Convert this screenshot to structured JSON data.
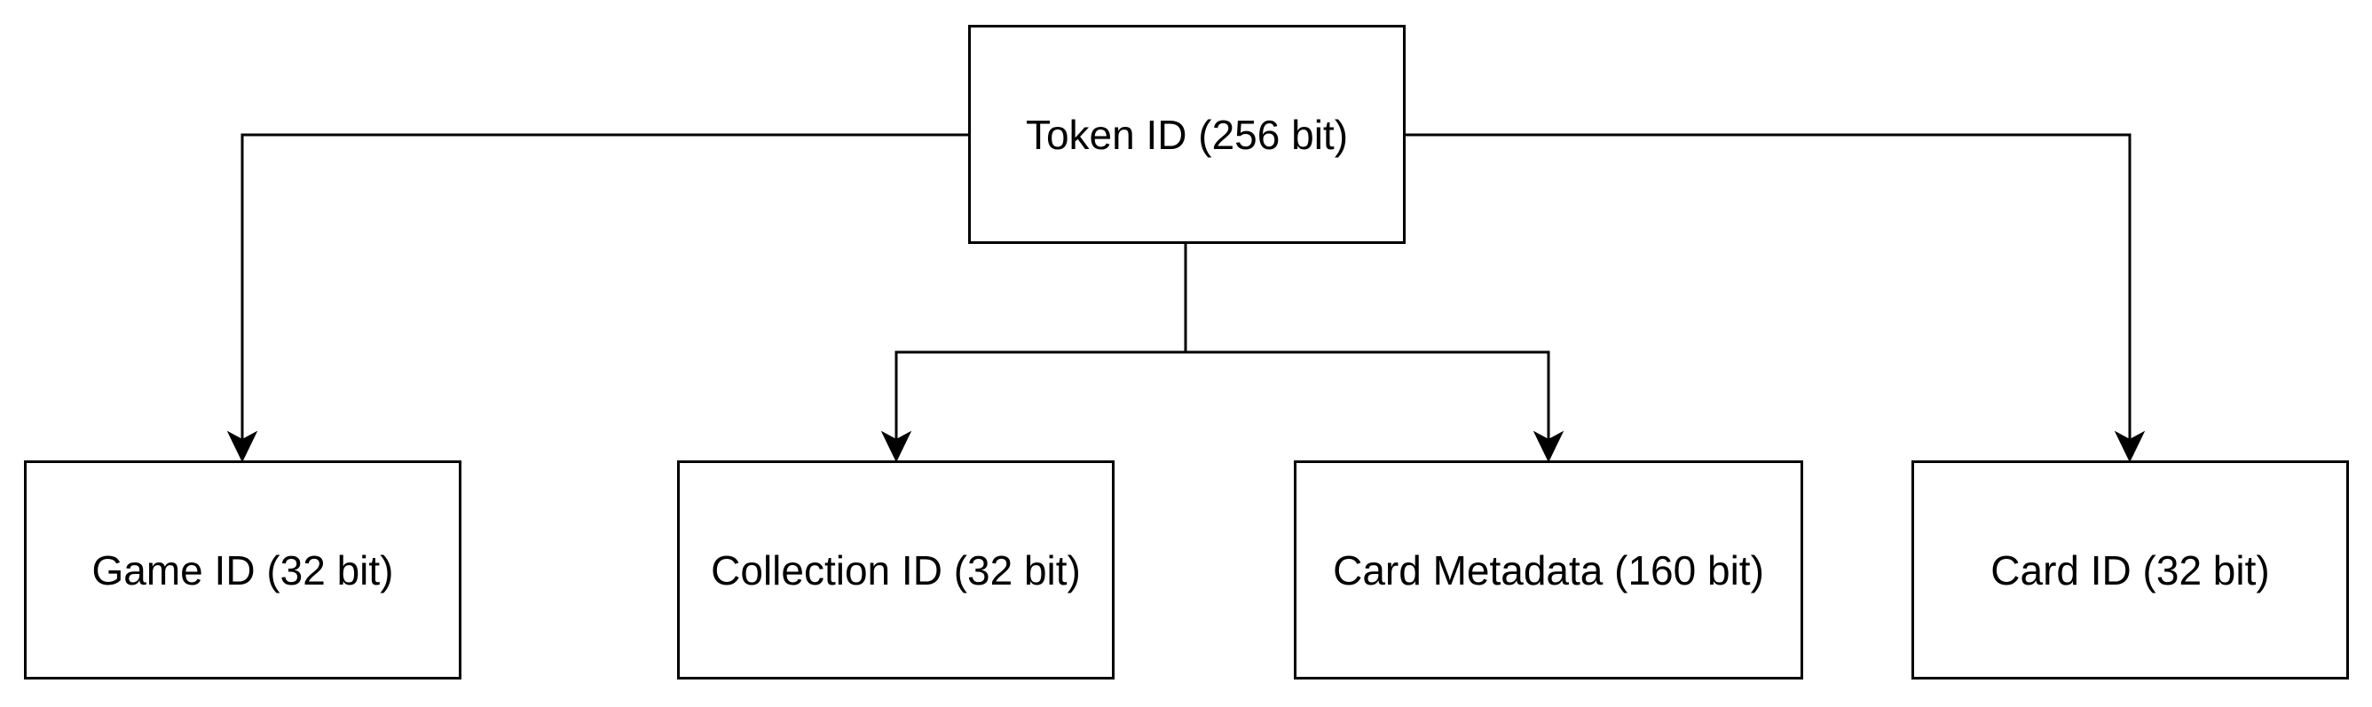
{
  "diagram": {
    "root": {
      "label": "Token ID (256 bit)"
    },
    "children": [
      {
        "label": "Game ID (32 bit)"
      },
      {
        "label": "Collection ID (32 bit)"
      },
      {
        "label": "Card Metadata (160 bit)"
      },
      {
        "label": "Card ID (32 bit)"
      }
    ],
    "edges": [
      {
        "from": "Token ID (256 bit)",
        "to": "Game ID (32 bit)"
      },
      {
        "from": "Token ID (256 bit)",
        "to": "Collection ID (32 bit)"
      },
      {
        "from": "Token ID (256 bit)",
        "to": "Card Metadata (160 bit)"
      },
      {
        "from": "Token ID (256 bit)",
        "to": "Card ID (32 bit)"
      }
    ],
    "colors": {
      "stroke": "#000000",
      "fill": "#ffffff",
      "text": "#000000"
    }
  }
}
